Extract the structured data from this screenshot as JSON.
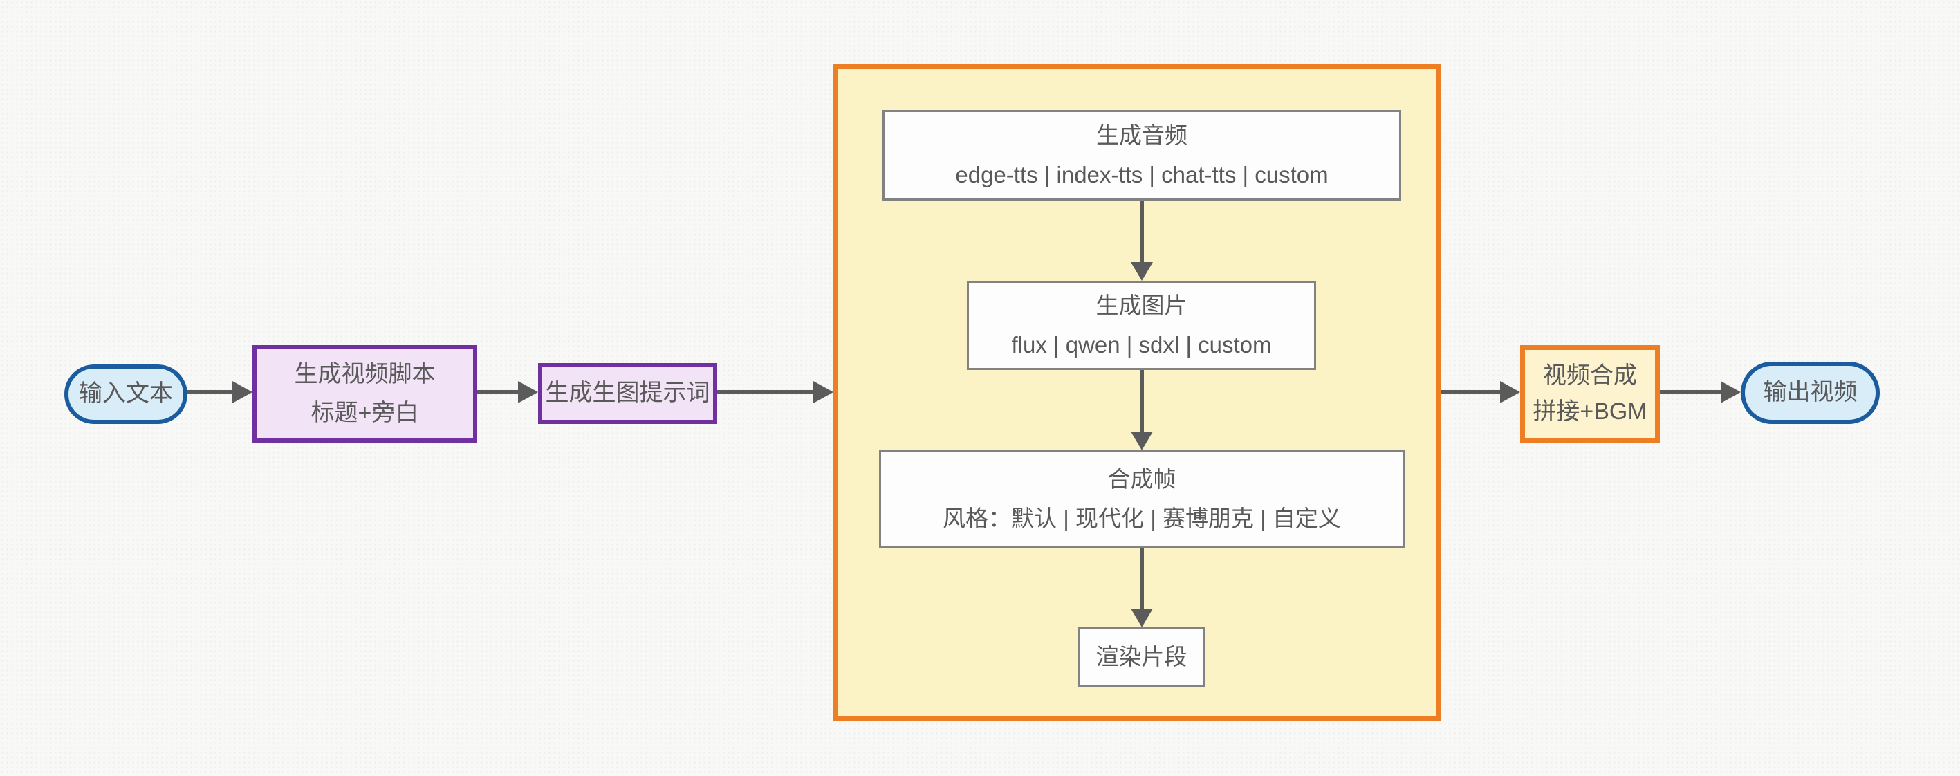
{
  "diagram": {
    "input": {
      "label": "输入文本"
    },
    "script": {
      "line1": "生成视频脚本",
      "line2": "标题+旁白"
    },
    "prompt": {
      "label": "生成生图提示词"
    },
    "pipeline": {
      "audio": {
        "title": "生成音频",
        "options": "edge-tts | index-tts | chat-tts | custom"
      },
      "image": {
        "title": "生成图片",
        "options": "flux | qwen | sdxl | custom"
      },
      "frame": {
        "title": "合成帧",
        "options": "风格：默认 | 现代化 | 赛博朋克 | 自定义"
      },
      "render": {
        "title": "渲染片段"
      }
    },
    "compose": {
      "line1": "视频合成",
      "line2": "拼接+BGM"
    },
    "output": {
      "label": "输出视频"
    }
  },
  "colors": {
    "terminal_border": "#1a5c9e",
    "terminal_fill": "#d9edf9",
    "process_border": "#7030a0",
    "process_fill": "#f2e4f6",
    "group_border": "#ee7e23",
    "group_fill": "#fbf2c5",
    "compose_fill": "#fdf4cf",
    "step_border": "#828282",
    "step_fill": "#fdfdfd",
    "arrow": "#5b5b5b",
    "text": "#595959"
  }
}
